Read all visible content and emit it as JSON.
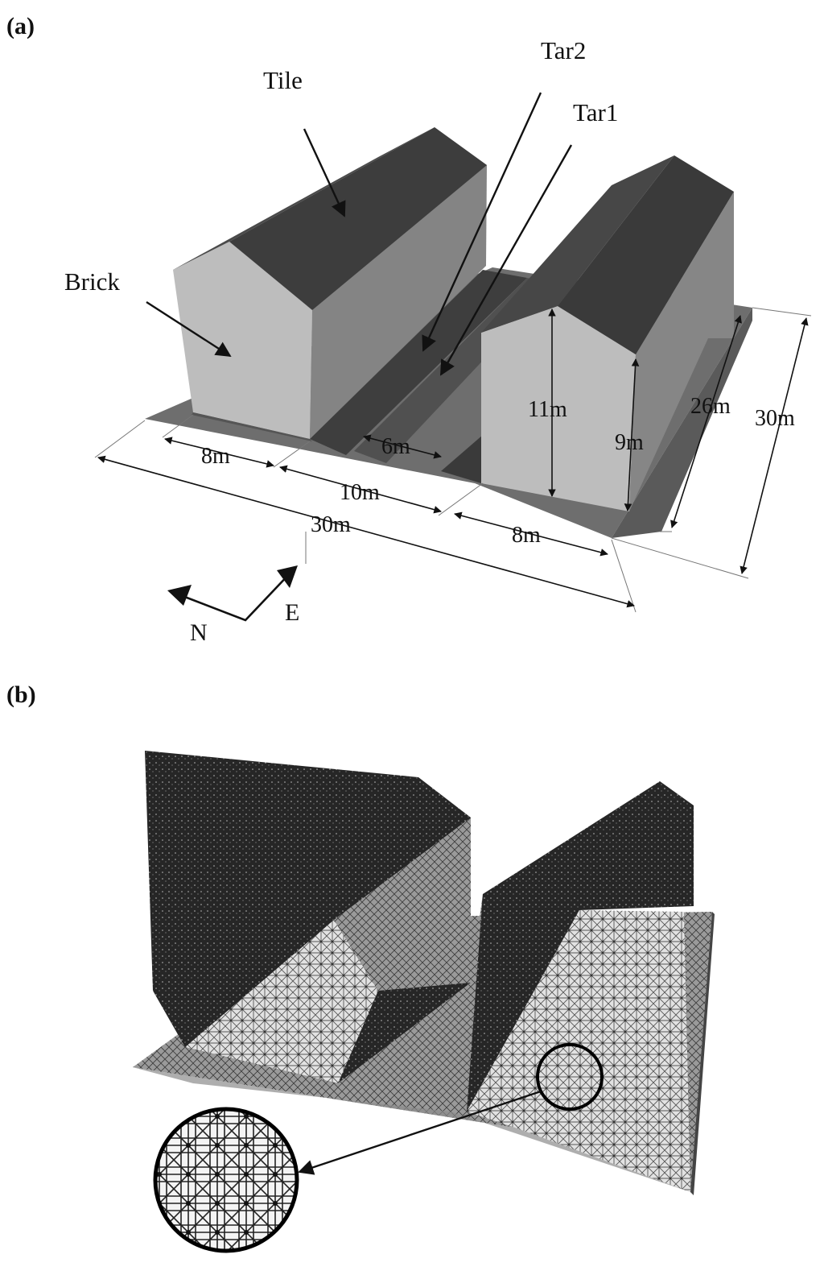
{
  "panels": {
    "a": "(a)",
    "b": "(b)"
  },
  "materials": {
    "tile": "Tile",
    "tar2": "Tar2",
    "tar1": "Tar1",
    "brick": "Brick"
  },
  "dimensions": {
    "left_building_width": "8m",
    "street_width": "6m",
    "spacing": "10m",
    "right_building_width": "8m",
    "total_width": "30m",
    "ridge_height": "11m",
    "eave_height": "9m",
    "building_length": "26m",
    "total_length": "30m"
  },
  "compass": {
    "north": "N",
    "east": "E"
  },
  "colors": {
    "roof": "#4a4a4a",
    "roof_dark": "#3a3a3a",
    "wall_light": "#bdbdbd",
    "wall_side": "#8a8a8a",
    "ground": "#6e6e6e",
    "tar_strip": "#3e3e3e",
    "mesh_dark": "#2a2a2a",
    "mesh_light": "#d8d8d8"
  }
}
